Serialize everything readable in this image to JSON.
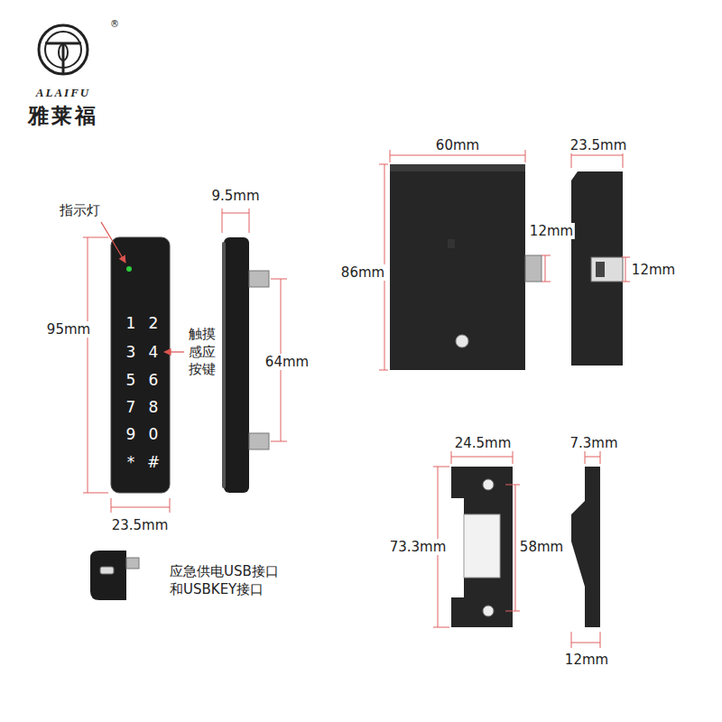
{
  "diagram": {
    "nodes": [
      {
        "text": [
          "1",
          "2",
          "3",
          "4",
          "5",
          "6",
          "7",
          "8",
          "9",
          "0",
          "*",
          "#"
        ]
      }
    ],
    "labels": [
      "®",
      "ALAIFU",
      "雅莱福",
      "指示灯",
      "9.5mm",
      "95mm",
      "触摸 感应 按键",
      "64mm",
      "23.5mm",
      "应急供电USB接口 和USBKEY接口",
      "60mm",
      "23.5mm",
      "86mm",
      "12mm",
      "12mm",
      "24.5mm",
      "7.3mm",
      "73.3mm",
      "58mm",
      "12mm"
    ]
  }
}
